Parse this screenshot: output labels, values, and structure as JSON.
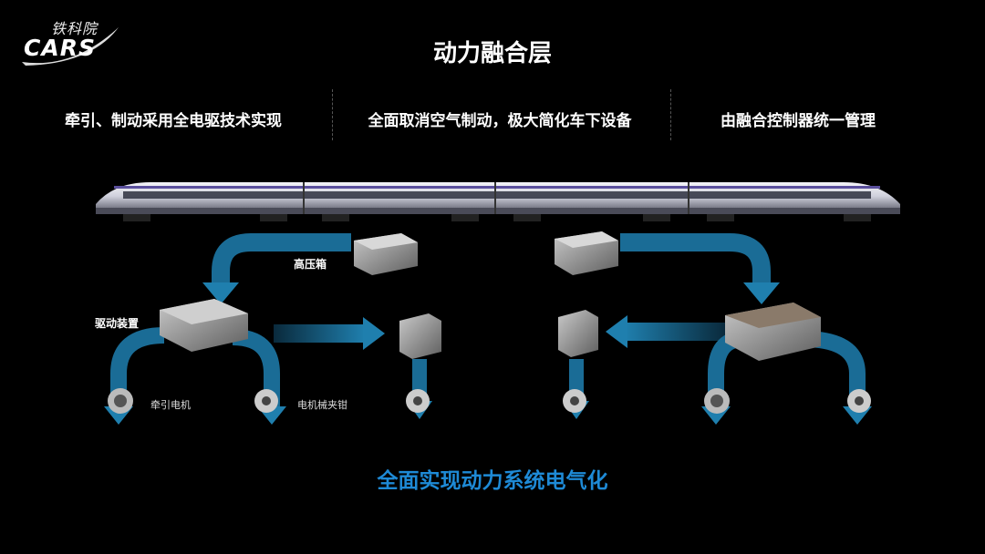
{
  "logo": {
    "text_cn": "铁科院",
    "text_en": "CARS"
  },
  "title": "动力融合层",
  "features": [
    "牵引、制动采用全电驱技术实现",
    "全面取消空气制动，极大简化车下设备",
    "由融合控制器统一管理"
  ],
  "labels": {
    "hv_box": "高压箱",
    "drive_unit": "驱动装置",
    "traction_motor": "牵引电机",
    "emb_caliper": "电机械夹钳"
  },
  "slogan": "全面实现动力系统电气化",
  "colors": {
    "accent": "#1e8ad6",
    "arrow": "#1a6c96",
    "background": "#000000"
  }
}
